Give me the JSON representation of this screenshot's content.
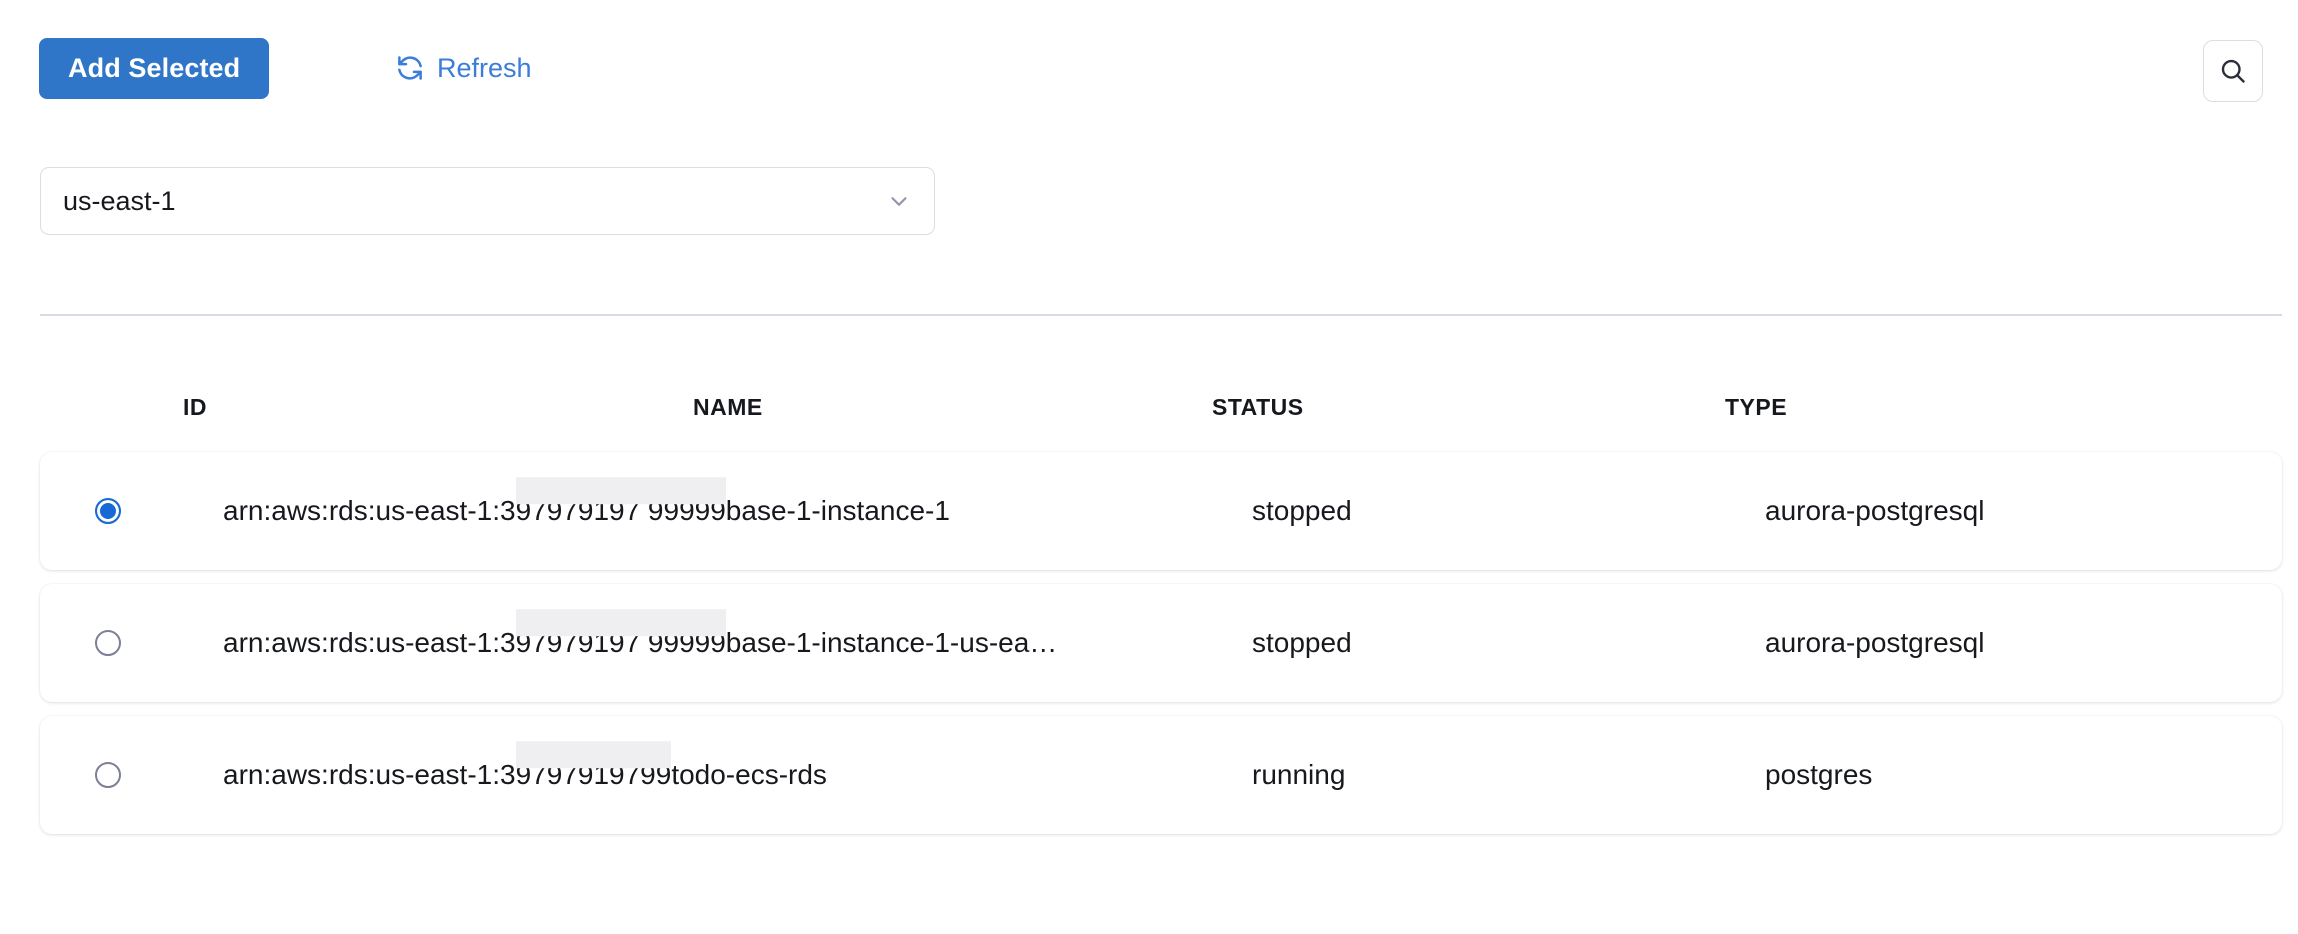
{
  "toolbar": {
    "add_selected_label": "Add Selected",
    "refresh_label": "Refresh",
    "refresh_icon": "refresh-icon",
    "search_icon": "search-icon",
    "accent_color": "#2f75c8",
    "link_color": "#3b7dd8"
  },
  "region": {
    "label": "us-east-1",
    "chevron_icon": "chevron-down-icon"
  },
  "table": {
    "columns": [
      "ID",
      "NAME",
      "STATUS",
      "TYPE"
    ],
    "rows": [
      {
        "selected": true,
        "id_prefix": "arn:aws:rds:us-east-1:3",
        "id_redacted": "97979197 99999",
        "id_suffix": "base-1-instance-1",
        "name": "",
        "status": "stopped",
        "type": "aurora-postgresql"
      },
      {
        "selected": false,
        "id_prefix": "arn:aws:rds:us-east-1:3",
        "id_redacted": "97979197 99999",
        "id_suffix": "base-1-instance-1-us-ea…",
        "name": "",
        "status": "stopped",
        "type": "aurora-postgresql"
      },
      {
        "selected": false,
        "id_prefix": "arn:aws:rds:us-east-1:3",
        "id_redacted": "9797919799",
        "id_suffix": " todo-ecs-rds",
        "name": "",
        "status": "running",
        "type": "postgres"
      }
    ]
  }
}
